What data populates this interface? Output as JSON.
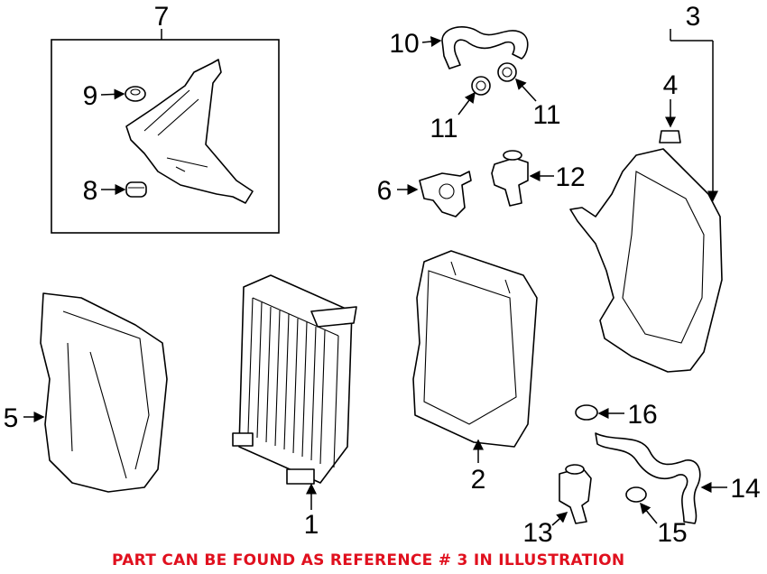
{
  "diagram": {
    "callouts": {
      "c1": "1",
      "c2": "2",
      "c3": "3",
      "c4": "4",
      "c5": "5",
      "c6": "6",
      "c7": "7",
      "c8": "8",
      "c9": "9",
      "c10": "10",
      "c11a": "11",
      "c11b": "11",
      "c12": "12",
      "c13": "13",
      "c14": "14",
      "c15": "15",
      "c16": "16"
    },
    "note": "PART CAN BE FOUND AS REFERENCE # 3 IN ILLUSTRATION",
    "note_color": "#e0101e"
  }
}
